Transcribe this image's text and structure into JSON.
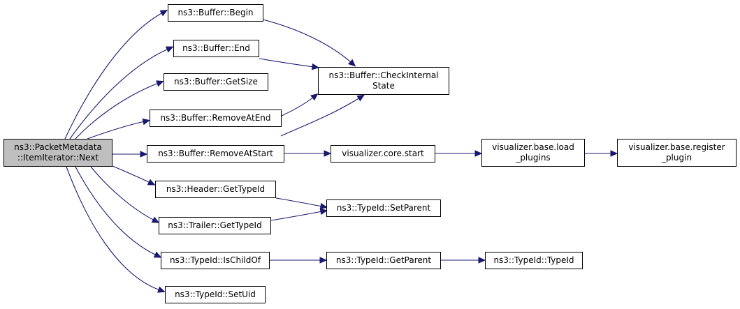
{
  "graph": {
    "nodes": {
      "root": {
        "lines": [
          "ns3::PacketMetadata",
          "::ItemIterator::Next"
        ]
      },
      "begin": {
        "lines": [
          "ns3::Buffer::Begin"
        ]
      },
      "end": {
        "lines": [
          "ns3::Buffer::End"
        ]
      },
      "getsize": {
        "lines": [
          "ns3::Buffer::GetSize"
        ]
      },
      "rmend": {
        "lines": [
          "ns3::Buffer::RemoveAtEnd"
        ]
      },
      "rmstart": {
        "lines": [
          "ns3::Buffer::RemoveAtStart"
        ]
      },
      "hdr": {
        "lines": [
          "ns3::Header::GetTypeId"
        ]
      },
      "trl": {
        "lines": [
          "ns3::Trailer::GetTypeId"
        ]
      },
      "ischild": {
        "lines": [
          "ns3::TypeId::IsChildOf"
        ]
      },
      "setuid": {
        "lines": [
          "ns3::TypeId::SetUid"
        ]
      },
      "check": {
        "lines": [
          "ns3::Buffer::CheckInternal",
          "State"
        ]
      },
      "vcore": {
        "lines": [
          "visualizer.core.start"
        ]
      },
      "setpar": {
        "lines": [
          "ns3::TypeId::SetParent"
        ]
      },
      "getpar": {
        "lines": [
          "ns3::TypeId::GetParent"
        ]
      },
      "load": {
        "lines": [
          "visualizer.base.load",
          "_plugins"
        ]
      },
      "reg": {
        "lines": [
          "visualizer.base.register",
          "_plugin"
        ]
      },
      "ctor": {
        "lines": [
          "ns3::TypeId::TypeId"
        ]
      }
    },
    "edges": [
      {
        "from": "root",
        "to": "begin"
      },
      {
        "from": "root",
        "to": "end"
      },
      {
        "from": "root",
        "to": "getsize"
      },
      {
        "from": "root",
        "to": "rmend"
      },
      {
        "from": "root",
        "to": "rmstart"
      },
      {
        "from": "root",
        "to": "hdr"
      },
      {
        "from": "root",
        "to": "trl"
      },
      {
        "from": "root",
        "to": "ischild"
      },
      {
        "from": "root",
        "to": "setuid"
      },
      {
        "from": "begin",
        "to": "check"
      },
      {
        "from": "end",
        "to": "check"
      },
      {
        "from": "rmend",
        "to": "check"
      },
      {
        "from": "rmstart",
        "to": "check"
      },
      {
        "from": "rmstart",
        "to": "vcore"
      },
      {
        "from": "vcore",
        "to": "load"
      },
      {
        "from": "load",
        "to": "reg"
      },
      {
        "from": "hdr",
        "to": "setpar"
      },
      {
        "from": "trl",
        "to": "setpar"
      },
      {
        "from": "ischild",
        "to": "getpar"
      },
      {
        "from": "getpar",
        "to": "ctor"
      }
    ],
    "colors": {
      "edge": "#191970",
      "root_fill": "#bfbfbf",
      "node_fill": "#ffffff",
      "border": "#000000"
    }
  }
}
